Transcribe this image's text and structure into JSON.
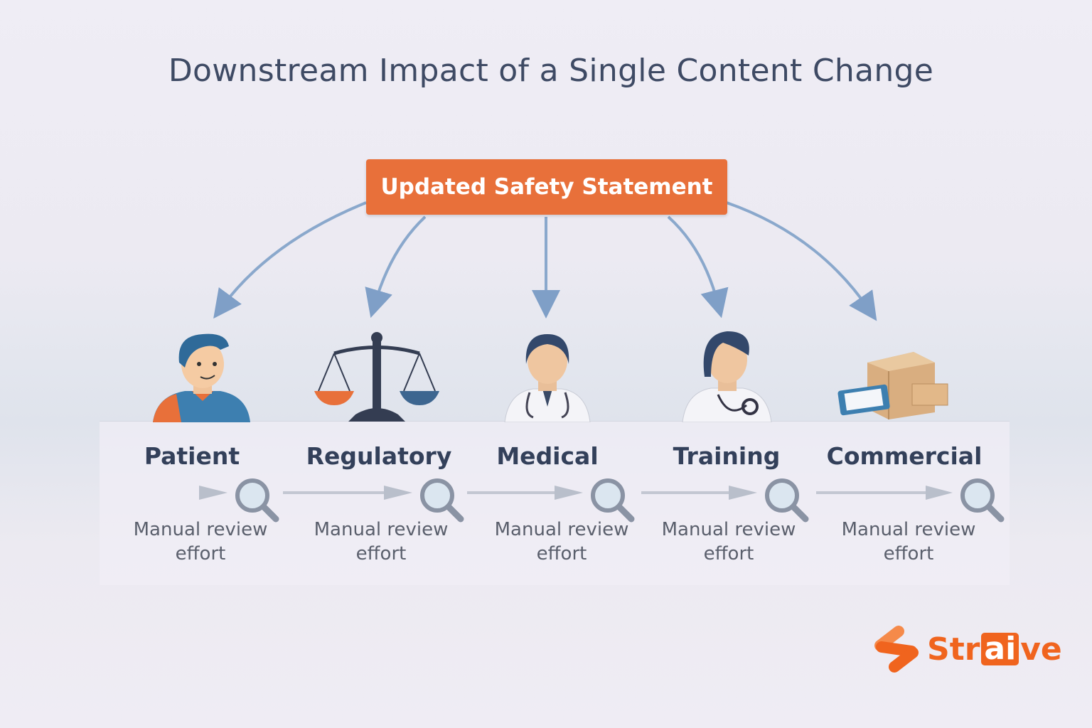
{
  "title": "Downstream Impact of a Single Content Change",
  "source": {
    "label": "Updated Safety Statement"
  },
  "stakeholders": [
    {
      "label": "Patient",
      "icon": "patient-icon",
      "review_line1": "Manual review",
      "review_line2": "effort"
    },
    {
      "label": "Regulatory",
      "icon": "scales-icon",
      "review_line1": "Manual review",
      "review_line2": "effort"
    },
    {
      "label": "Medical",
      "icon": "doctor-icon",
      "review_line1": "Manual review",
      "review_line2": "effort"
    },
    {
      "label": "Training",
      "icon": "nurse-icon",
      "review_line1": "Manual review",
      "review_line2": "effort"
    },
    {
      "label": "Commercial",
      "icon": "package-icon",
      "review_line1": "Manual review",
      "review_line2": "effort"
    }
  ],
  "logo": {
    "text_pre": "Str",
    "text_ai": "ai",
    "text_post": "ve"
  },
  "colors": {
    "accent": "#e8703a",
    "arrow": "#7f9fc7",
    "text": "#33405a",
    "brand": "#f0641e"
  }
}
